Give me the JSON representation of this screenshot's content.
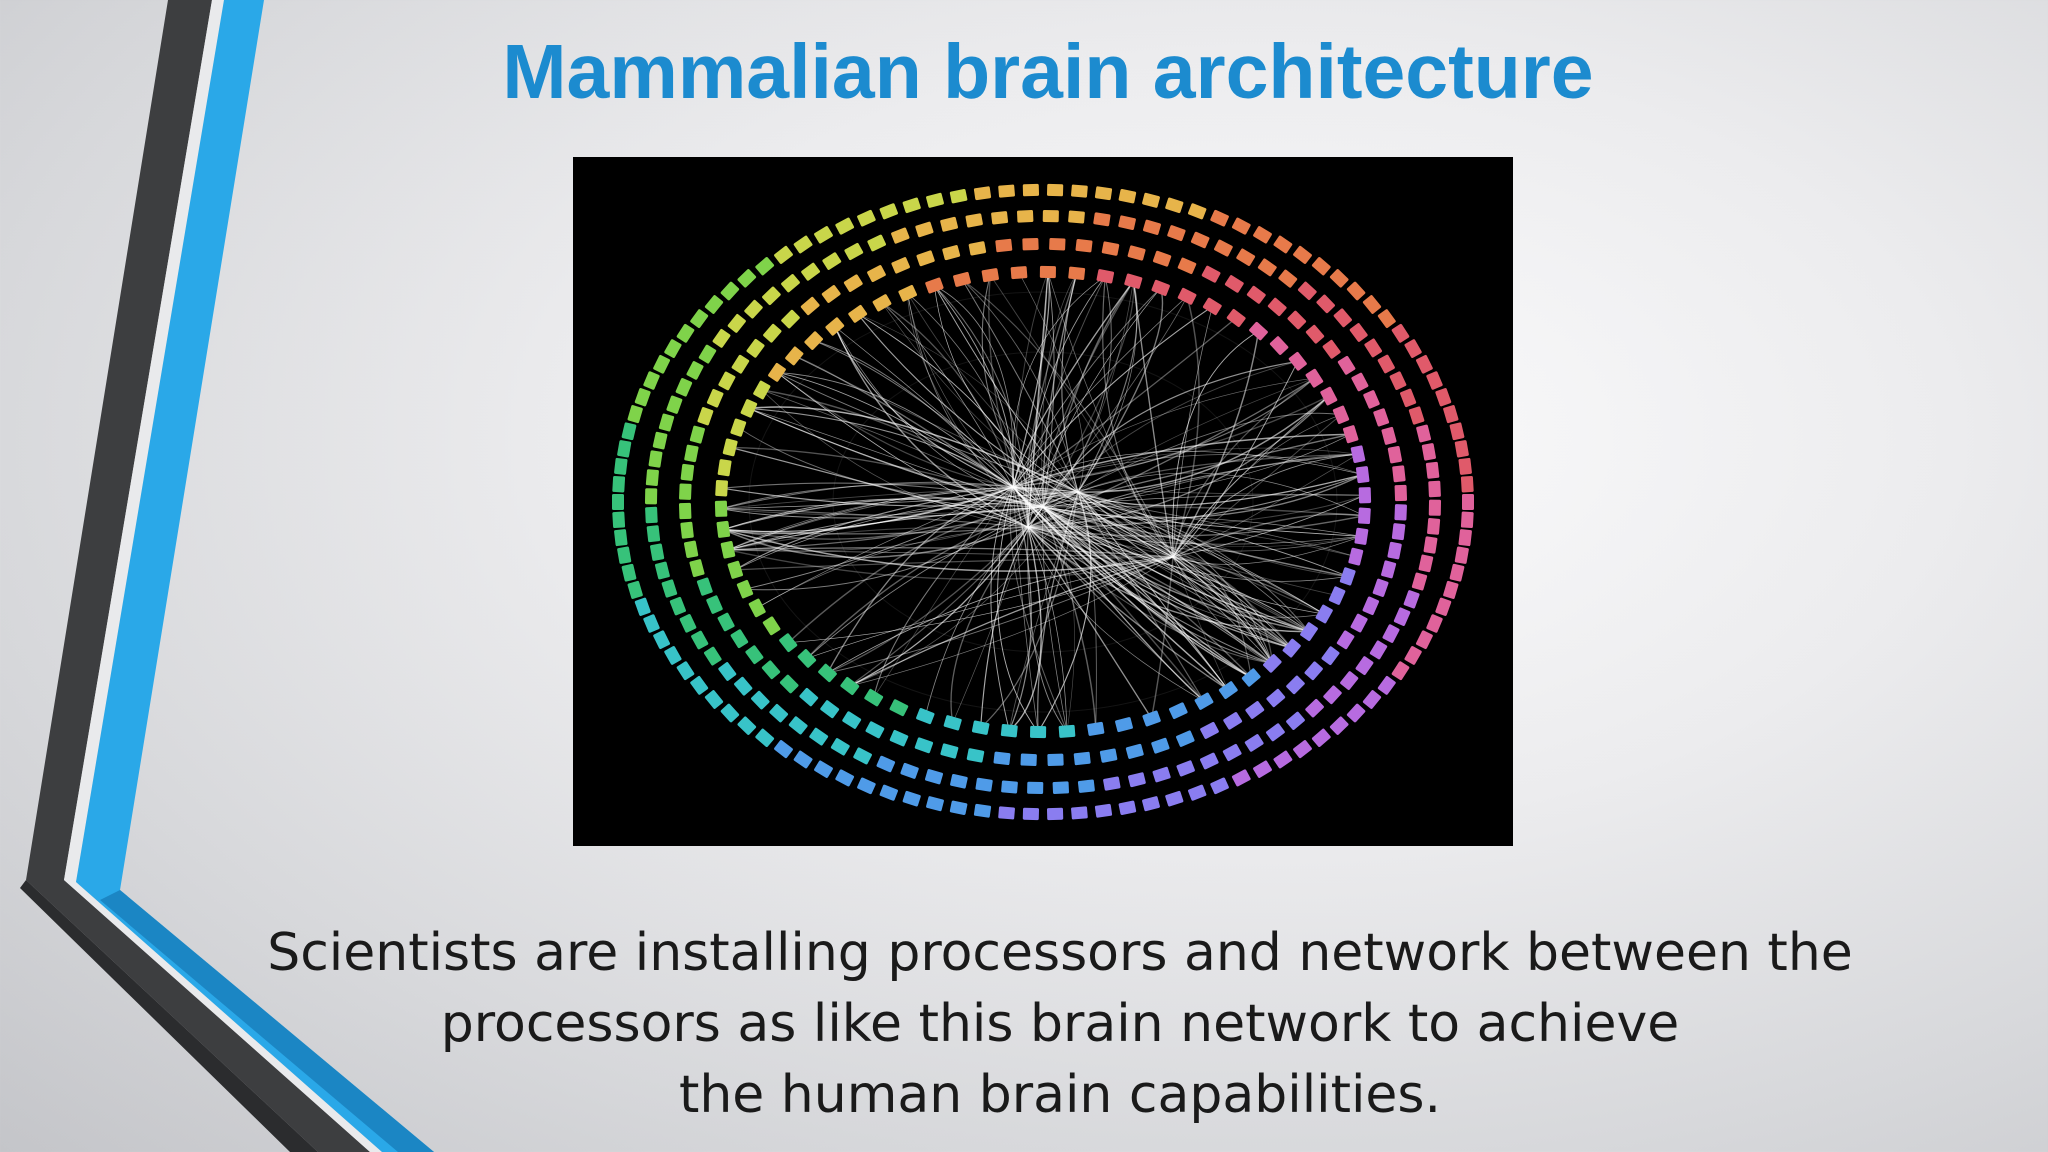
{
  "slide": {
    "title": "Mammalian brain architecture",
    "figure": {
      "description_icon": "brain-connectome-network-image",
      "background": "#000000",
      "ring_colors": [
        "#e0629b",
        "#b76be0",
        "#8a7df0",
        "#4f9be8",
        "#38c3c8",
        "#37c27a",
        "#7fd34a",
        "#c9d64a",
        "#e7b44a",
        "#e77a4a",
        "#e05a6a"
      ]
    },
    "caption": {
      "line1": "Scientists are installing processors and network between the",
      "line2": "processors as like this brain network to achieve",
      "line3": "the human brain capabilities."
    },
    "theme": {
      "title_color": "#1c8bcf",
      "accent_blue": "#29a6e6",
      "accent_dark": "#3b3c3e"
    }
  }
}
